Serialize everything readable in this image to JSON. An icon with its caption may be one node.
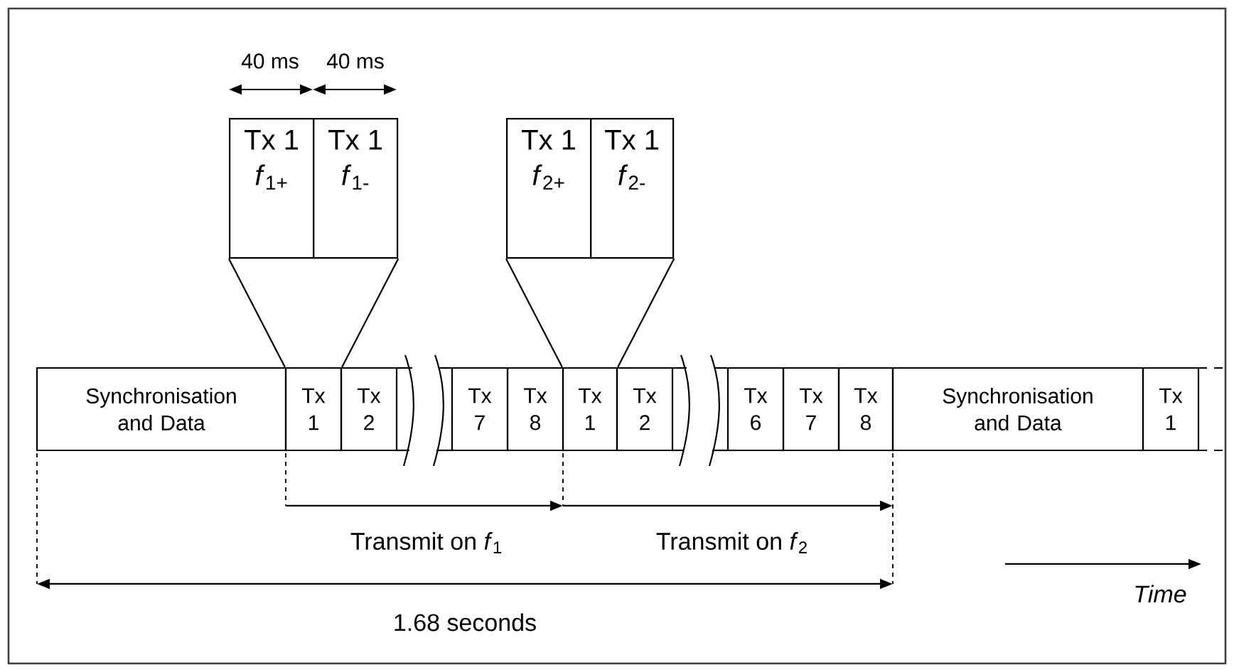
{
  "diagram": {
    "nodes": [
      {
        "text": [
          "Tx 1",
          "*f*$_{1+}$"
        ]
      },
      {
        "text": [
          "Tx 1",
          "*f*$_{1-}$"
        ]
      },
      {
        "text": [
          "Tx 1",
          "*f*$_{2+}$"
        ]
      },
      {
        "text": [
          "Tx 1",
          "*f*$_{2-}$"
        ]
      },
      {
        "text": [
          "Synchronisation and Data"
        ]
      },
      {
        "text": [
          "Tx 1"
        ]
      },
      {
        "text": [
          "Tx 2"
        ]
      },
      {
        "text": [
          "Tx 7"
        ]
      },
      {
        "text": [
          "Tx 8"
        ]
      },
      {
        "text": [
          "Tx 1"
        ]
      },
      {
        "text": [
          "Tx 2"
        ]
      },
      {
        "text": [
          "Tx 6"
        ]
      },
      {
        "text": [
          "Tx 7"
        ]
      },
      {
        "text": [
          "Tx 8"
        ]
      },
      {
        "text": [
          "Synchronisation and Data"
        ]
      },
      {
        "text": [
          "Tx 1"
        ]
      }
    ],
    "edges": [
      {
        "from": 0,
        "to": 5,
        "arrow": "none"
      },
      {
        "from": 1,
        "to": 5,
        "arrow": "none"
      },
      {
        "from": 2,
        "to": 9,
        "arrow": "none"
      },
      {
        "from": 3,
        "to": 9,
        "arrow": "none"
      }
    ],
    "labels": [
      "40 ms",
      "40 ms",
      "Transmit on *f*$_{1}$",
      "Transmit on *f*$_{2}$",
      "1.68 seconds",
      "Time"
    ]
  }
}
